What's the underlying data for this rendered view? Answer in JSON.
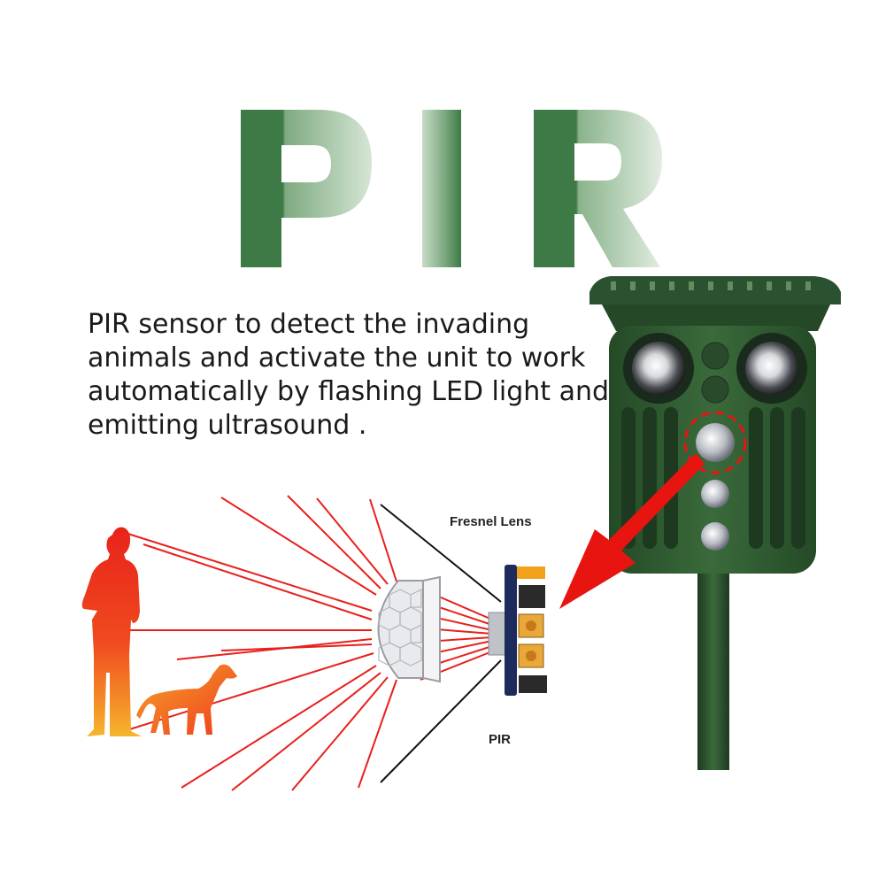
{
  "heading": {
    "letters": [
      "P",
      "I",
      "R"
    ],
    "colors": {
      "dark": "#3d7a45",
      "light": "#c9dcc9"
    }
  },
  "description": {
    "lines": [
      "PIR sensor to detect the invading",
      "animals and activate the unit to work",
      "automatically by flashing LED light and",
      "emitting ultrasound ."
    ]
  },
  "labels": {
    "fresnel": "Fresnel Lens",
    "pir": "PIR"
  },
  "colors": {
    "ray": "#e8201c",
    "figure_top": "#e8231a",
    "figure_bottom": "#f6b52c",
    "device_body": "#2f5a30",
    "device_dark": "#1f3c22",
    "pointer_arrow": "#e81410"
  },
  "icons": [
    "human-figure-icon",
    "dog-figure-icon",
    "fresnel-lens-icon",
    "pir-circuit-icon",
    "repeller-device-icon",
    "pointer-arrow-icon"
  ]
}
